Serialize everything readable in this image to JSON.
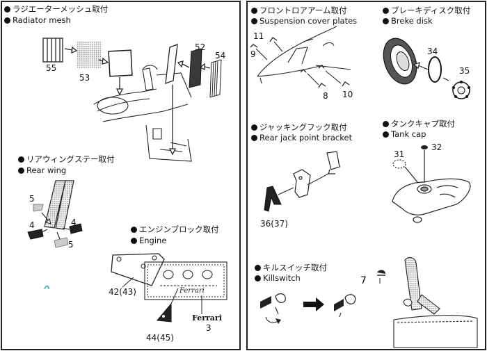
{
  "left": {
    "radiator": {
      "title_jp": "ラジエーターメッシュ取付",
      "title_en": "Radiator mesh",
      "parts": [
        "55",
        "53",
        "52",
        "54"
      ]
    },
    "rear_wing": {
      "title_jp": "リアウィングステー取付",
      "title_en": "Rear wing",
      "parts": [
        "5",
        "4",
        "4",
        "5"
      ]
    },
    "engine": {
      "title_jp": "エンジンブロック取付",
      "title_en": "Engine",
      "parts": [
        "42(43)",
        "44(45)",
        "3"
      ],
      "logo_text": "Ferrari"
    }
  },
  "right": {
    "suspension": {
      "title_jp": "フロントロアアーム取付",
      "title_en": "Suspension cover plates",
      "parts": [
        "11",
        "9",
        "8",
        "10"
      ]
    },
    "brake": {
      "title_jp": "ブレーキディスク取付",
      "title_en": "Breke disk",
      "parts": [
        "34",
        "35"
      ]
    },
    "jack": {
      "title_jp": "ジャッキングフック取付",
      "title_en": "Rear jack point bracket",
      "parts": [
        "36(37)"
      ]
    },
    "tank": {
      "title_jp": "タンクキャプ取付",
      "title_en": "Tank cap",
      "parts": [
        "31",
        "32"
      ]
    },
    "killswitch": {
      "title_jp": "キルスイッチ取付",
      "title_en": "Killswitch",
      "parts": [
        "7"
      ]
    }
  }
}
